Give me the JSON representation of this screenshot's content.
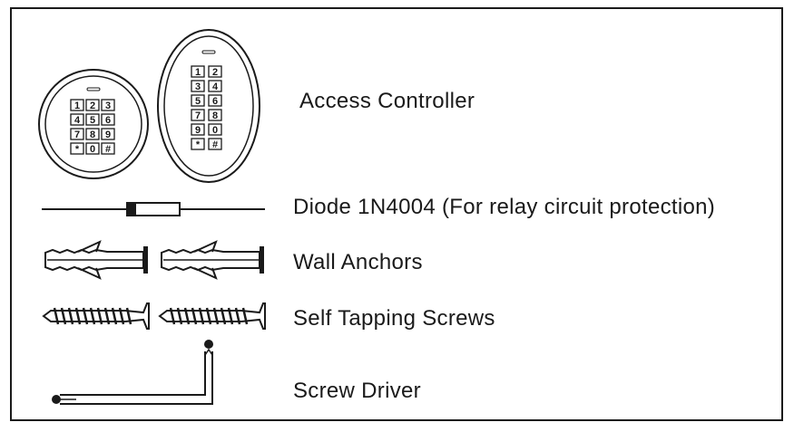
{
  "items": {
    "access_controller": "Access Controller",
    "diode": "Diode 1N4004 (For relay circuit protection)",
    "wall_anchors": "Wall Anchors",
    "screws": "Self Tapping Screws",
    "screw_driver": "Screw Driver"
  },
  "keypad_round": [
    "1",
    "2",
    "3",
    "4",
    "5",
    "6",
    "7",
    "8",
    "9",
    "*",
    "0",
    "#"
  ],
  "keypad_oval": [
    "1",
    "2",
    "3",
    "4",
    "5",
    "6",
    "7",
    "8",
    "9",
    "0",
    "*",
    "#"
  ]
}
